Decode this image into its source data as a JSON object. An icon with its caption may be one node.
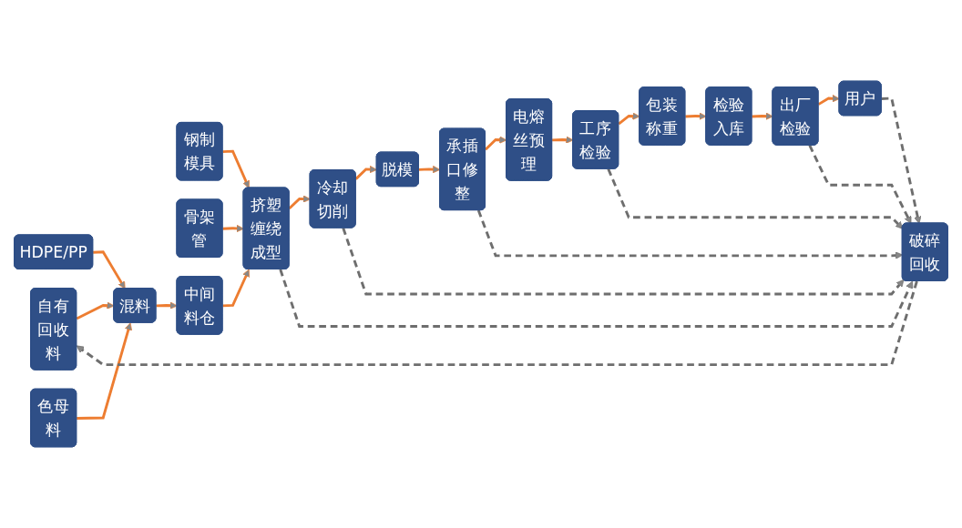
{
  "diagram": {
    "nodes": [
      {
        "text": [
          "自有回收料"
        ]
      },
      {
        "text": [
          "HDPE/PP"
        ]
      },
      {
        "text": [
          "色母料"
        ]
      },
      {
        "text": [
          "钢制模具"
        ]
      },
      {
        "text": [
          "骨架管"
        ]
      },
      {
        "text": [
          "混料"
        ]
      },
      {
        "text": [
          "中间料仓"
        ]
      },
      {
        "text": [
          "挤塑缠绕成型"
        ]
      },
      {
        "text": [
          "冷却切削"
        ]
      },
      {
        "text": [
          "脱模"
        ]
      },
      {
        "text": [
          "承插口修整"
        ]
      },
      {
        "text": [
          "电熔丝预理"
        ]
      },
      {
        "text": [
          "工序检验"
        ]
      },
      {
        "text": [
          "包装称重"
        ]
      },
      {
        "text": [
          "检验入库"
        ]
      },
      {
        "text": [
          "出厂检验"
        ]
      },
      {
        "text": [
          "用户"
        ]
      },
      {
        "text": [
          "破碎回收"
        ]
      }
    ],
    "edges": [
      {
        "from": 0,
        "to": 5,
        "arrow": "to"
      },
      {
        "from": 1,
        "to": 5,
        "arrow": "to"
      },
      {
        "from": 2,
        "to": 5,
        "arrow": "to"
      },
      {
        "from": 3,
        "to": 7,
        "arrow": "to"
      },
      {
        "from": 4,
        "to": 7,
        "arrow": "to"
      },
      {
        "from": 5,
        "to": 6,
        "arrow": "to"
      },
      {
        "from": 6,
        "to": 7,
        "arrow": "to"
      },
      {
        "from": 7,
        "to": 8,
        "arrow": "to"
      },
      {
        "from": 8,
        "to": 9,
        "arrow": "to"
      },
      {
        "from": 9,
        "to": 10,
        "arrow": "to"
      },
      {
        "from": 10,
        "to": 11,
        "arrow": "to"
      },
      {
        "from": 11,
        "to": 12,
        "arrow": "to"
      },
      {
        "from": 12,
        "to": 13,
        "arrow": "to"
      },
      {
        "from": 13,
        "to": 14,
        "arrow": "to"
      },
      {
        "from": 14,
        "to": 15,
        "arrow": "to"
      },
      {
        "from": 15,
        "to": 16,
        "arrow": "to"
      },
      {
        "from": 7,
        "to": 17,
        "arrow": "to",
        "style": "dashed",
        "color": "#6e6e6e"
      },
      {
        "from": 8,
        "to": 17,
        "arrow": "to",
        "style": "dashed",
        "color": "#6e6e6e"
      },
      {
        "from": 10,
        "to": 17,
        "arrow": "to",
        "style": "dashed",
        "color": "#6e6e6e"
      },
      {
        "from": 12,
        "to": 17,
        "arrow": "to",
        "style": "dashed",
        "color": "#6e6e6e"
      },
      {
        "from": 16,
        "to": 17,
        "arrow": "to",
        "style": "dashed",
        "color": "#6e6e6e"
      },
      {
        "from": 15,
        "to": 17,
        "arrow": "to",
        "style": "dashed",
        "color": "#6e6e6e"
      },
      {
        "from": 17,
        "to": 0,
        "arrow": "to",
        "style": "dashed",
        "color": "#6e6e6e"
      }
    ]
  }
}
